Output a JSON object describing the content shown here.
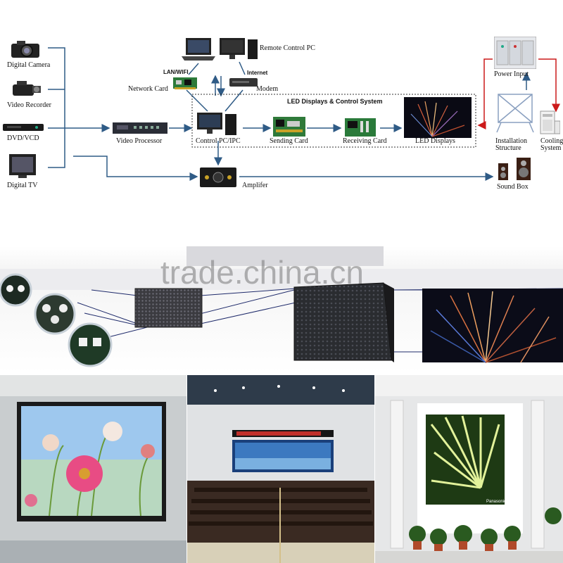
{
  "sources": {
    "digital_camera": "Digital Camera",
    "video_recorder": "Video Recorder",
    "dvd_vcd": "DVD/VCD",
    "digital_tv": "Digital TV"
  },
  "processing": {
    "video_processor": "Video Processor",
    "network_card": "Network Card",
    "lan_wifi": "LAN/WIFI",
    "remote_control_pc": "Remote Control PC",
    "internet": "Internet",
    "modem": "Modem",
    "control_pc": "Control PC/IPC",
    "amplifier": "Amplifer"
  },
  "system": {
    "title": "LED Displays & Control System",
    "sending_card": "Sending Card",
    "receiving_card": "Receiving Card",
    "led_displays": "LED Displays"
  },
  "peripherals": {
    "power_input": "Power Input",
    "installation_structure_line1": "Installation",
    "installation_structure_line2": "Structure",
    "cooling_line1": "Cooling",
    "cooling_line2": "System",
    "sound_box": "Sound Box"
  },
  "watermark": "trade.china.cn",
  "photos": {
    "panasonic_logo": "Panasonic"
  },
  "colors": {
    "arrow": "#2f5b86",
    "feedback_arrow": "#cc1a1a",
    "accent_led": "#c04030"
  }
}
